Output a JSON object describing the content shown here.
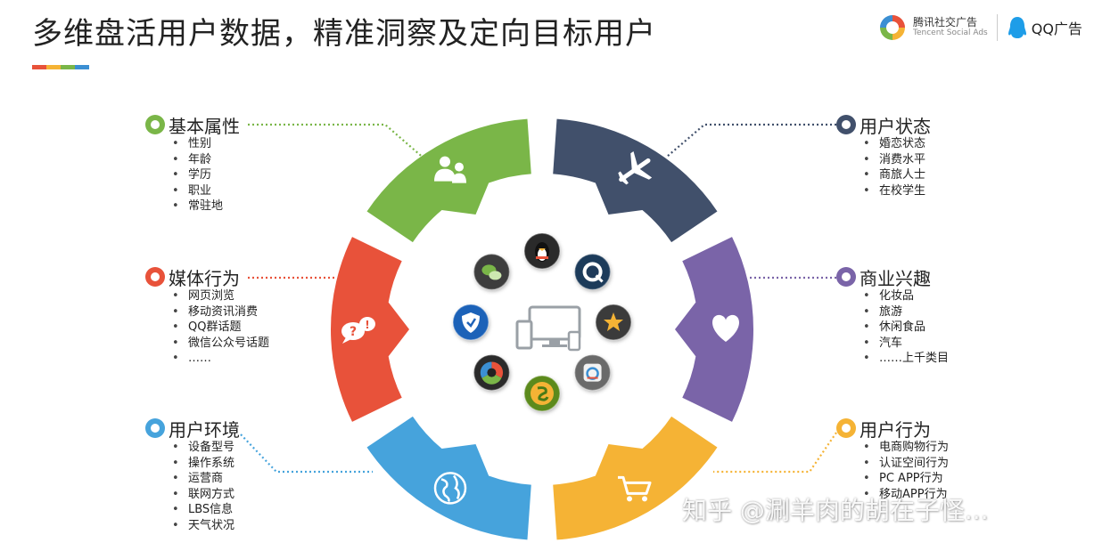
{
  "title": "多维盘活用户数据，精准洞察及定向目标用户",
  "accent_colors": [
    "#e8523a",
    "#f5b335",
    "#7ab648",
    "#3b8fd3"
  ],
  "brand": {
    "tencent_cn": "腾讯社交广告",
    "tencent_en": "Tencent Social Ads",
    "qq_label": "QQ广告",
    "tencent_logo_colors": [
      "#e8523a",
      "#f5b335",
      "#7ab648",
      "#3b8fd3"
    ],
    "qq_color": "#1e9de8"
  },
  "categories": [
    {
      "key": "basic",
      "heading": "基本属性",
      "color": "#7ab648",
      "icon": "users-icon",
      "items": [
        "性别",
        "年龄",
        "学历",
        "职业",
        "常驻地"
      ]
    },
    {
      "key": "media",
      "heading": "媒体行为",
      "color": "#e8523a",
      "icon": "chat-bubbles-icon",
      "items": [
        "网页浏览",
        "移动资讯消费",
        "QQ群话题",
        "微信公众号话题",
        "……"
      ]
    },
    {
      "key": "env",
      "heading": "用户环境",
      "color": "#46a3dc",
      "icon": "globe-icon",
      "items": [
        "设备型号",
        "操作系统",
        "运营商",
        "联网方式",
        "LBS信息",
        "天气状况"
      ]
    },
    {
      "key": "state",
      "heading": "用户状态",
      "color": "#41506b",
      "icon": "airplane-icon",
      "items": [
        "婚恋状态",
        "消费水平",
        "商旅人士",
        "在校学生"
      ]
    },
    {
      "key": "interest",
      "heading": "商业兴趣",
      "color": "#7a64a8",
      "icon": "heart-icon",
      "items": [
        "化妆品",
        "旅游",
        "休闲食品",
        "汽车",
        "……上千类目"
      ]
    },
    {
      "key": "behavior",
      "heading": "用户行为",
      "color": "#f5b335",
      "icon": "cart-icon",
      "items": [
        "电商购物行为",
        "认证空间行为",
        "PC APP行为",
        "移动APP行为"
      ]
    }
  ],
  "center_apps": [
    {
      "name": "qq-penguin-icon"
    },
    {
      "name": "qzone-icon"
    },
    {
      "name": "qq-browser-star-icon"
    },
    {
      "name": "qq-photo-icon"
    },
    {
      "name": "qq-music-icon"
    },
    {
      "name": "chrome-like-icon"
    },
    {
      "name": "security-shield-icon"
    },
    {
      "name": "wechat-icon"
    }
  ],
  "center_device": "devices-icon",
  "watermark": "知乎 @涮羊肉的胡在子怪..."
}
